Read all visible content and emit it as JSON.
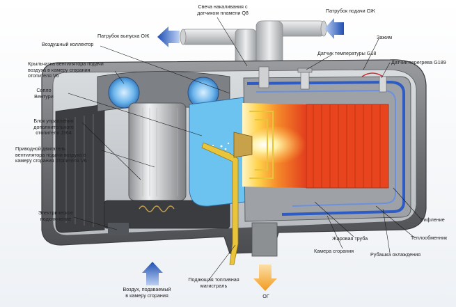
{
  "labels": {
    "glow_plug": "Свеча накаливания с\nдатчиком пламени Q8",
    "coolant_inlet": "Патрубок подачи ОЖ",
    "air_collector": "Воздушный коллектор",
    "coolant_outlet": "Патрубок выпуска ОЖ",
    "clamp": "Зажим",
    "temp_sensor": "Датчик температуры G18",
    "overheat_sensor": "Датчик перегрева G189",
    "fan_impeller": "Крыльчатка вентилятора подачи\nвоздуха в камеру сгорания\nотопителя V6",
    "venturi": "Сопло\nВентури",
    "control_unit": "Блок управления\nдополнительного\nотопителя J364",
    "drive_motor": "Приводной двигатель\nвентилятора подачи воздуха в\nкамеру сгорания отопителя V6",
    "electric_connection": "Электрическое\nподключение",
    "ribbing": "Рифление",
    "heat_exchanger": "Теплообменник",
    "flame_tube": "Жаровая труба",
    "cooling_jacket": "Рубашка охлаждения",
    "combustion_chamber": "Камера сгорания",
    "fuel_line": "Подающая топливная\nмагистраль",
    "air_supply": "Воздух, подаваемый\nв камеру сгорания",
    "exhaust": "ОГ"
  },
  "colors": {
    "arrow_blue": "#1f4fb3",
    "arrow_orange": "#f29a1e",
    "housing": "#6d6f73",
    "flame_red": "#e8451f",
    "coolant_blue": "#2e5cc4",
    "fuel_yellow": "#e9c53c",
    "venturi_blue": "#4a9fe0"
  }
}
